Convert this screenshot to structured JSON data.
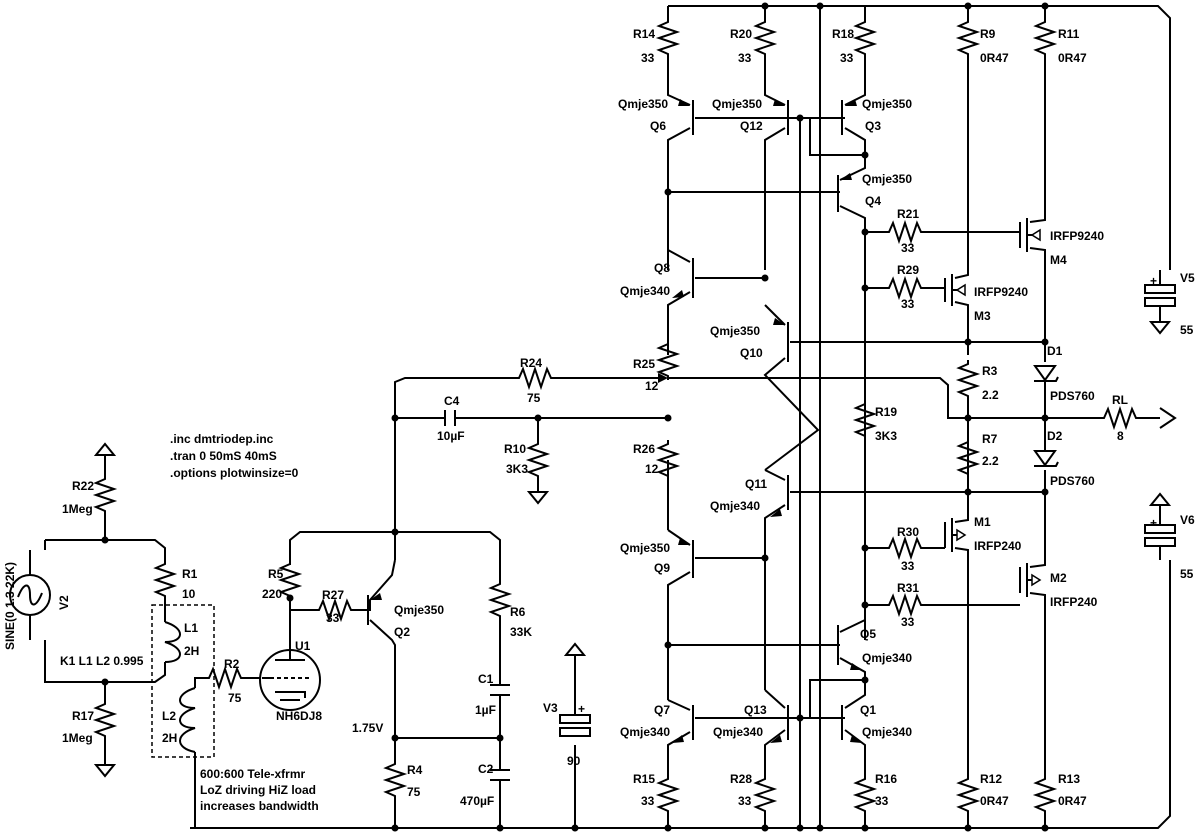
{
  "spice": {
    "inc": ".inc dmtriodep.inc",
    "tran": ".tran 0 50mS 40mS",
    "options": ".options plotwinsize=0"
  },
  "labels": {
    "R14": "R14",
    "R14v": "33",
    "R20": "R20",
    "R20v": "33",
    "R18": "R18",
    "R18v": "33",
    "R9": "R9",
    "R9v": "0R47",
    "R11": "R11",
    "R11v": "0R47",
    "Q6": "Q6",
    "Q6m": "Qmje350",
    "Q12": "Q12",
    "Q12m": "Qmje350",
    "Q3": "Q3",
    "Q3m": "Qmje350",
    "Q4": "Q4",
    "Q4m": "Qmje350",
    "R21": "R21",
    "R21v": "33",
    "M4": "M4",
    "M4m": "IRFP9240",
    "R29": "R29",
    "R29v": "33",
    "M3": "M3",
    "M3m": "IRFP9240",
    "Q8": "Q8",
    "Q8m": "Qmje340",
    "V5": "V5",
    "V5v": "55",
    "Q10": "Q10",
    "Q10m": "Qmje350",
    "R24": "R24",
    "R24v": "75",
    "R25": "R25",
    "R25v": "12",
    "D1": "D1",
    "D1m": "PDS760",
    "R3": "R3",
    "R3v": "2.2",
    "C4": "C4",
    "C4v": "10µF",
    "R10": "R10",
    "R10v": "3K3",
    "R26": "R26",
    "R26v": "12",
    "R19": "R19",
    "R19v": "3K3",
    "RL": "RL",
    "RLv": "8",
    "R7": "R7",
    "R7v": "2.2",
    "D2": "D2",
    "D2m": "PDS760",
    "R22": "R22",
    "R22v": "1Meg",
    "Q11": "Q11",
    "Q11m": "Qmje340",
    "M1": "M1",
    "M1m": "IRFP240",
    "V6": "V6",
    "V6v": "55",
    "R30": "R30",
    "R30v": "33",
    "Q9": "Q9",
    "Q9m": "Qmje350",
    "M2": "M2",
    "M2m": "IRFP240",
    "R1": "R1",
    "R1v": "10",
    "R5": "R5",
    "R5v": "220",
    "R27": "R27",
    "R27v": "33",
    "Q2": "Q2",
    "Q2m": "Qmje350",
    "R6": "R6",
    "R6v": "33K",
    "R31": "R31",
    "R31v": "33",
    "V2": "V2",
    "V2src": "SINE(0 1.3 22K)",
    "L1": "L1",
    "L1v": "2H",
    "K1": "K1 L1 L2 0.995",
    "U1": "U1",
    "U1m": "NH6DJ8",
    "R2": "R2",
    "R2v": "75",
    "C1": "C1",
    "C1v": "1µF",
    "V3": "V3",
    "V3v": "90",
    "Q5": "Q5",
    "Q5m": "Qmje340",
    "R17": "R17",
    "R17v": "1Meg",
    "L2": "L2",
    "L2v": "2H",
    "node175": "1.75V",
    "Q7": "Q7",
    "Q7m": "Qmje340",
    "Q13": "Q13",
    "Q13m": "Qmje340",
    "Q1": "Q1",
    "Q1m": "Qmje340",
    "C2": "C2",
    "C2v": "470µF",
    "R4": "R4",
    "R4v": "75",
    "R15": "R15",
    "R15v": "33",
    "R28": "R28",
    "R28v": "33",
    "R16": "R16",
    "R16v": "33",
    "R12": "R12",
    "R12v": "0R47",
    "R13": "R13",
    "R13v": "0R47",
    "note1": "600:600 Tele-xfrmr",
    "note2": "LoZ driving HiZ load",
    "note3": "increases bandwidth",
    "plus": "+"
  }
}
